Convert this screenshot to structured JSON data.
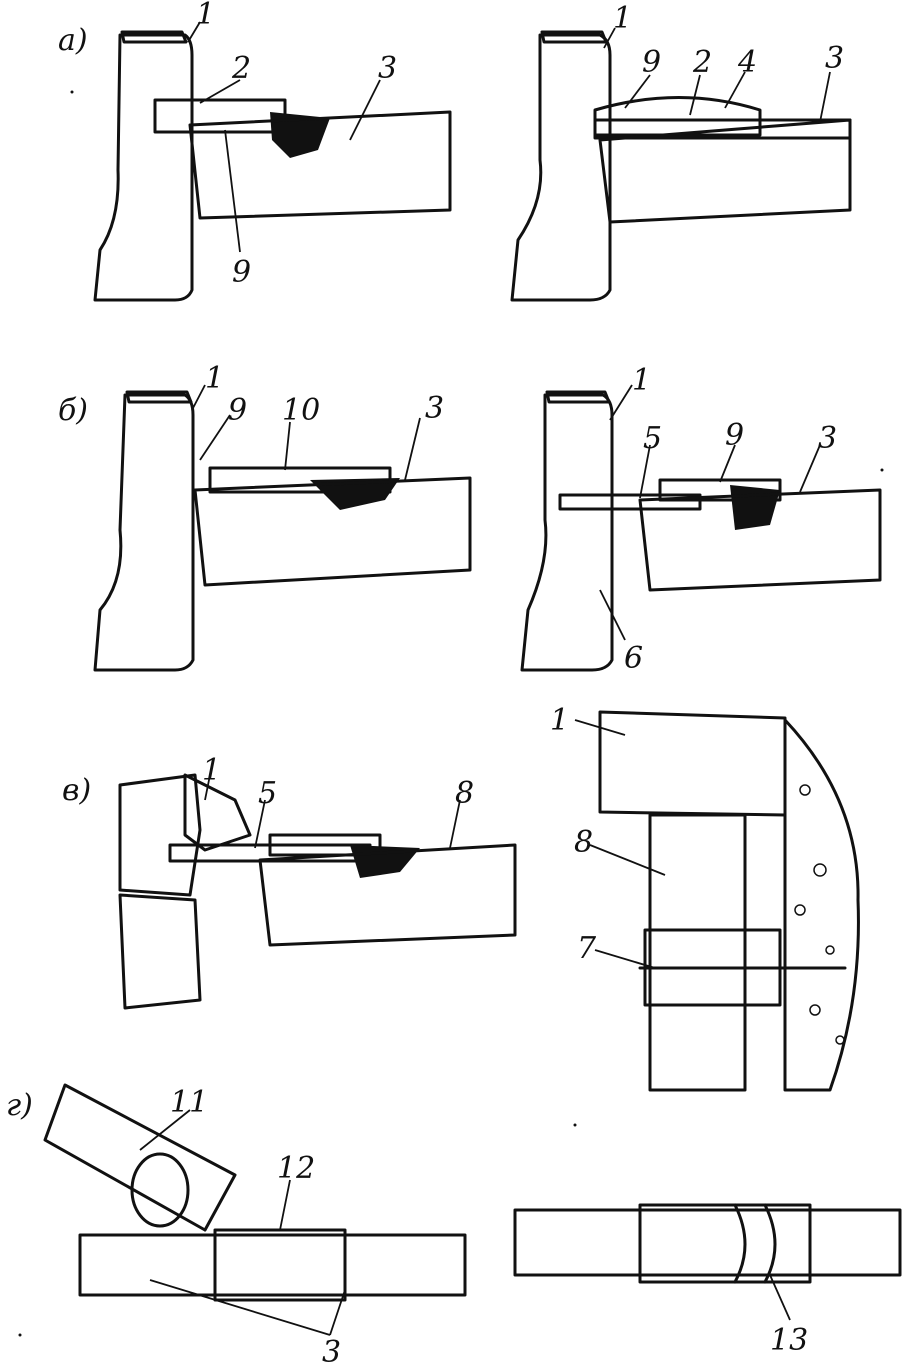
{
  "section_labels": {
    "a": "а)",
    "b": "б)",
    "v": "в)",
    "g": "г)"
  },
  "part_labels": {
    "n1": "1",
    "n2": "2",
    "n3": "3",
    "n4": "4",
    "n5": "5",
    "n6": "6",
    "n7": "7",
    "n8": "8",
    "n9": "9",
    "n10": "10",
    "n11": "11",
    "n12": "12",
    "n13": "13"
  },
  "colors": {
    "ink": "#111111",
    "paper": "#ffffff"
  }
}
